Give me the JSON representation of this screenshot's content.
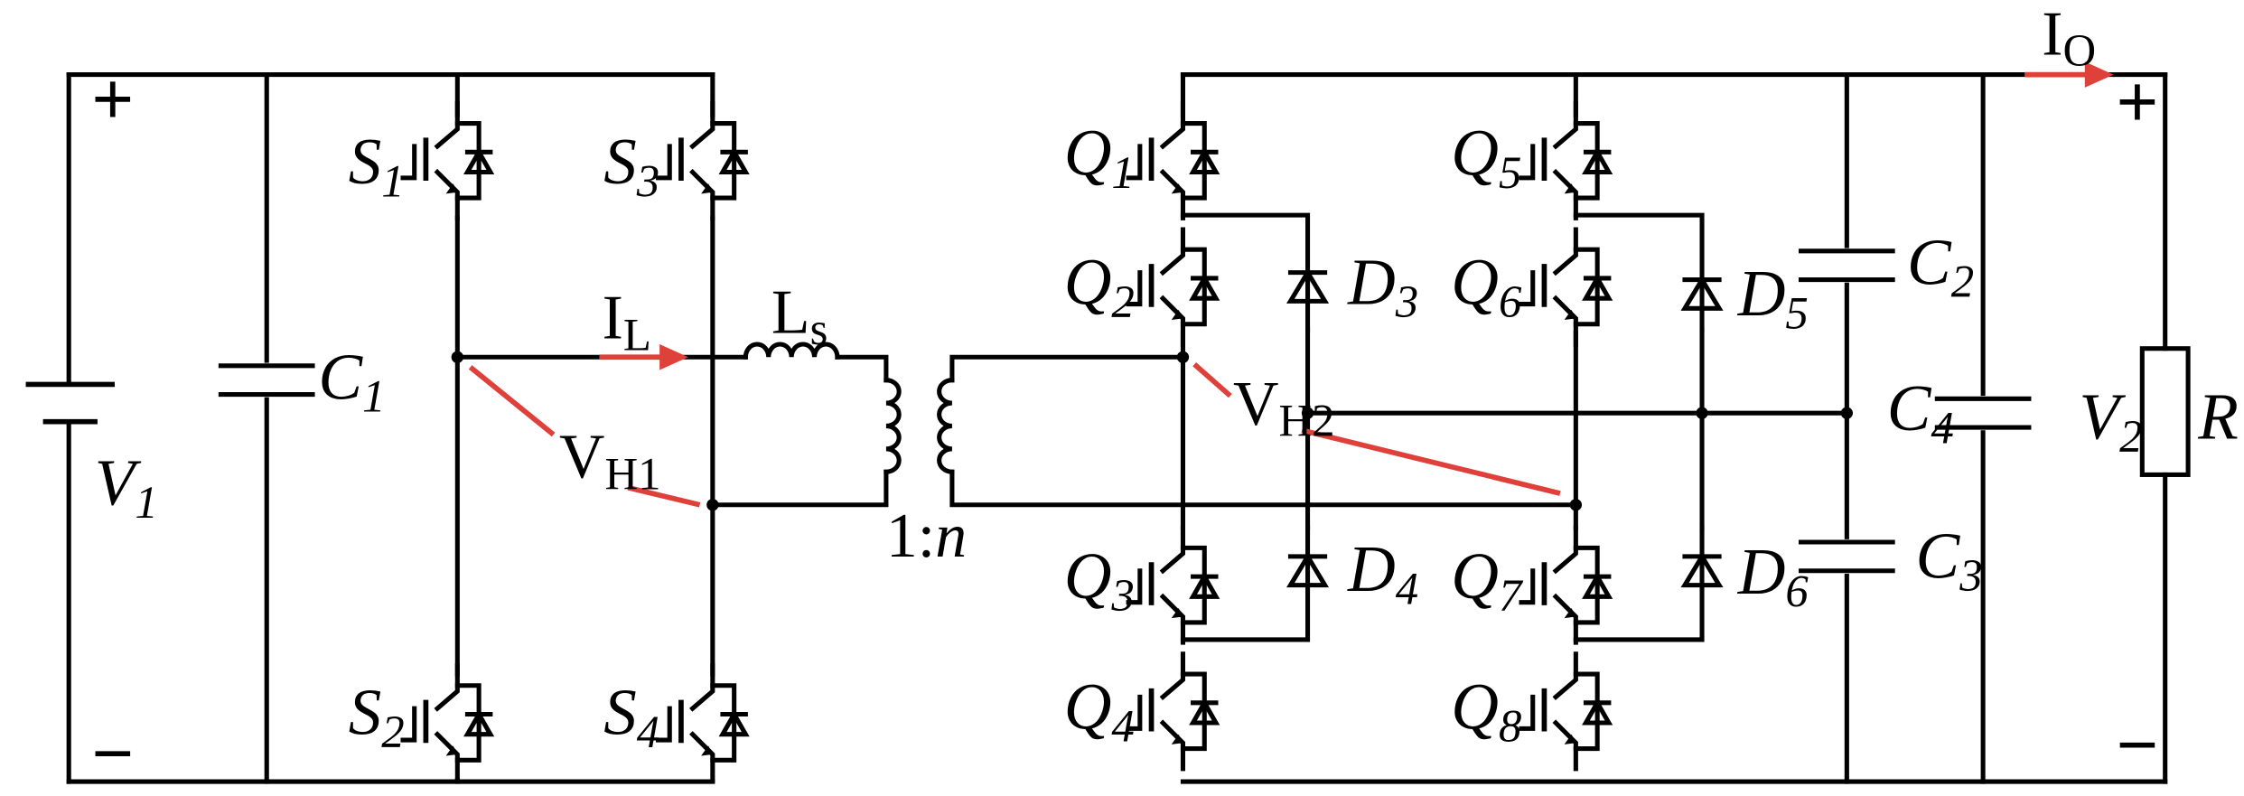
{
  "sources": {
    "v1": {
      "letter": "V",
      "sub": "1",
      "plus": "+",
      "minus": "−"
    },
    "v2": {
      "letter": "V",
      "sub": "2",
      "plus": "+",
      "minus": "−"
    }
  },
  "resistor": {
    "label": "R"
  },
  "transformer": {
    "ratio_prefix": "1:",
    "ratio_n": "n"
  },
  "capacitors": [
    {
      "id": "c1",
      "letter": "C",
      "sub": "1"
    },
    {
      "id": "c2",
      "letter": "C",
      "sub": "2"
    },
    {
      "id": "c3",
      "letter": "C",
      "sub": "3"
    },
    {
      "id": "c4",
      "letter": "C",
      "sub": "4"
    }
  ],
  "inductor": {
    "letter": "L",
    "sub": "s"
  },
  "switches": [
    {
      "id": "s1",
      "letter": "S",
      "sub": "1"
    },
    {
      "id": "s2",
      "letter": "S",
      "sub": "2"
    },
    {
      "id": "s3",
      "letter": "S",
      "sub": "3"
    },
    {
      "id": "s4",
      "letter": "S",
      "sub": "4"
    },
    {
      "id": "q1",
      "letter": "Q",
      "sub": "1"
    },
    {
      "id": "q2",
      "letter": "Q",
      "sub": "2"
    },
    {
      "id": "q3",
      "letter": "Q",
      "sub": "3"
    },
    {
      "id": "q4",
      "letter": "Q",
      "sub": "4"
    },
    {
      "id": "q5",
      "letter": "Q",
      "sub": "5"
    },
    {
      "id": "q6",
      "letter": "Q",
      "sub": "6"
    },
    {
      "id": "q7",
      "letter": "Q",
      "sub": "7"
    },
    {
      "id": "q8",
      "letter": "Q",
      "sub": "8"
    }
  ],
  "diodes": [
    {
      "id": "d3",
      "letter": "D",
      "sub": "3"
    },
    {
      "id": "d4",
      "letter": "D",
      "sub": "4"
    },
    {
      "id": "d5",
      "letter": "D",
      "sub": "5"
    },
    {
      "id": "d6",
      "letter": "D",
      "sub": "6"
    }
  ],
  "currents": [
    {
      "id": "il",
      "letter": "I",
      "sub": "L"
    },
    {
      "id": "io",
      "letter": "I",
      "sub": "O"
    }
  ],
  "voltages": [
    {
      "id": "vh1",
      "letter": "V",
      "sub": "H1"
    },
    {
      "id": "vh2",
      "letter": "V",
      "sub": "H2"
    }
  ],
  "colors": {
    "wire": "#000000",
    "annotation": "#e0403a",
    "background": "#ffffff"
  }
}
